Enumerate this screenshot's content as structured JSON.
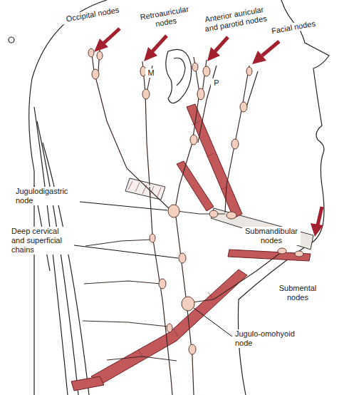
{
  "diagram": {
    "labels": [
      "Occipital nodes",
      "Retroauricular nodes",
      "Anterior auricular and parotid nodes",
      "Facial nodes",
      "Jugulodigastric node",
      "Submandibular nodes",
      "Deep cervical and superficial chains",
      "Submental nodes",
      "Jugulo-omohyoid node",
      "M",
      "P"
    ]
  }
}
